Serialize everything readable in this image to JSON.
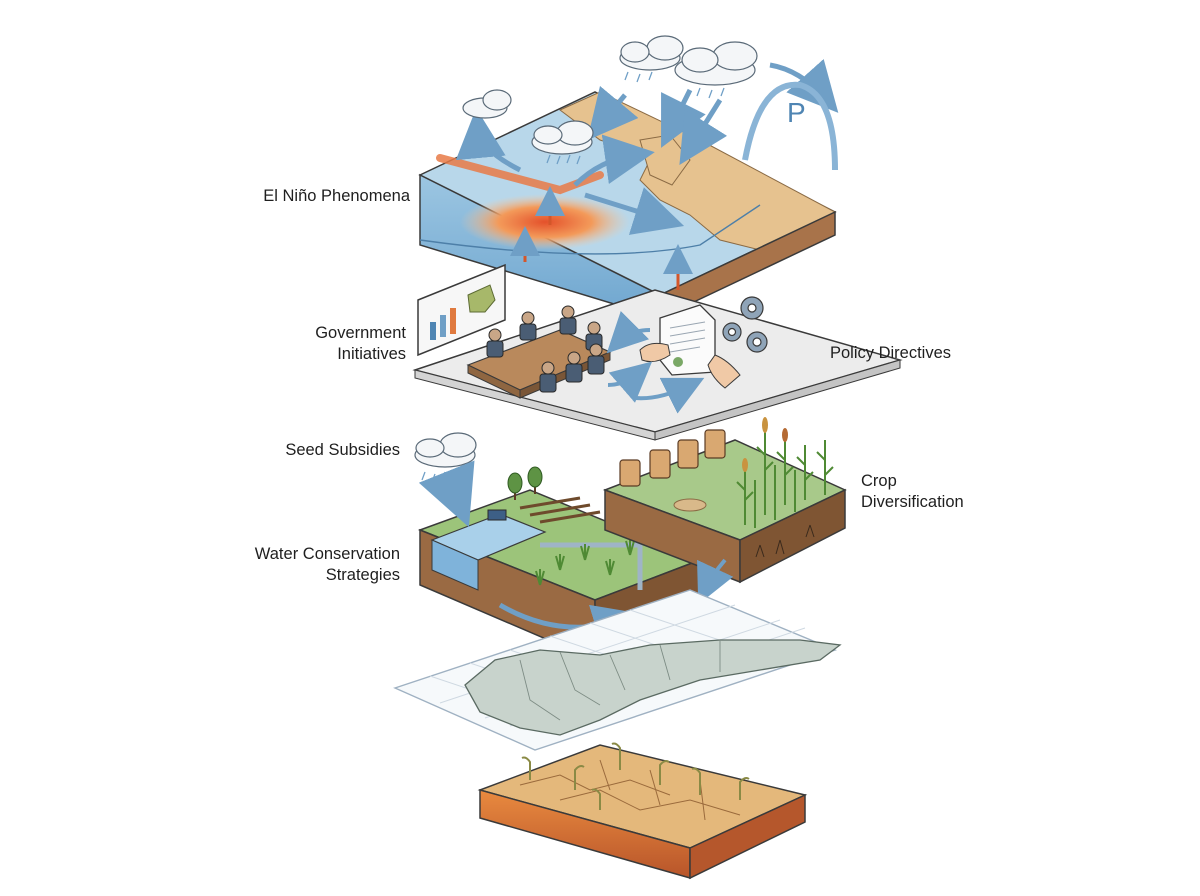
{
  "labels": {
    "el_nino": "El Niño Phenomena",
    "gov_line1": "Government",
    "gov_line2": "Initiatives",
    "policy": "Policy Directives",
    "seed": "Seed Subsidies",
    "crop_line1": "Crop",
    "crop_line2": "Diversification",
    "water_line1": "Water Conservation",
    "water_line2": "Strategies"
  },
  "pressure_symbol": "P",
  "colors": {
    "ocean": "#a9cfe6",
    "land": "#e3c08f",
    "soil": "#9a6a43",
    "warm_pool": "#ec6a3a",
    "arrow": "#6f9fc6",
    "plant": "#5b8f3e",
    "grid": "#c9d3dc",
    "region": "#c8d3cc",
    "dry_soil": "#e2b678"
  }
}
